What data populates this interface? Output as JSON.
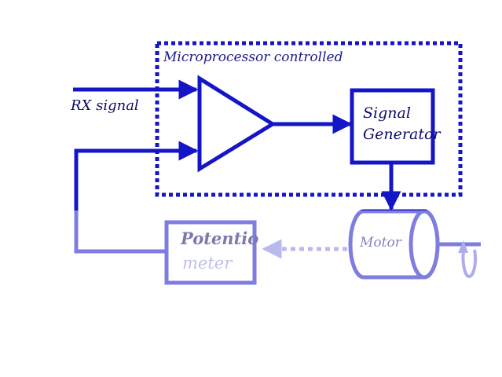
{
  "diagram": {
    "region_label": "Microprocessor controlled",
    "input_label": "RX signal",
    "signal_generator": {
      "line1": "Signal",
      "line2": "Generator"
    },
    "potentiometer": {
      "line1": "Potentio",
      "line2": "meter"
    },
    "motor_label": "Motor"
  },
  "colors": {
    "line": "#1515c8",
    "line_faded": "#8080e0",
    "text": "#1a1a8c"
  }
}
